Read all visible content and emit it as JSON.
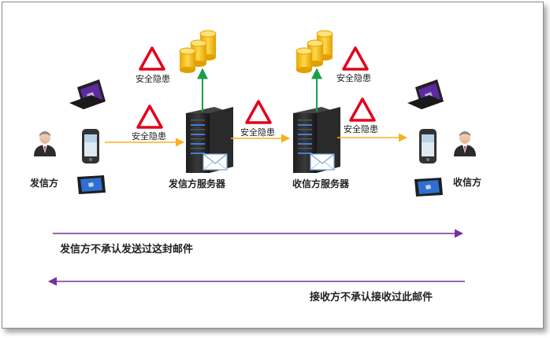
{
  "nodes": {
    "sender_label": "发信方",
    "sender_server_label": "发信方服务器",
    "receiver_server_label": "收信方服务器",
    "receiver_label": "收信方"
  },
  "risks": {
    "storage_left": "安全隐患",
    "storage_right": "安全隐患",
    "link_sender": "安全隐患",
    "link_servers": "安全隐患",
    "link_receiver": "安全隐患"
  },
  "notes": {
    "sender_denies": "发信方不承认发送过这封邮件",
    "receiver_denies": "接收方不承认接收过此邮件"
  },
  "colors": {
    "arrow_orange": "#f5b21c",
    "arrow_green": "#1a9e4a",
    "arrow_purple": "#7a2f9c",
    "warning_red": "#e3001b"
  }
}
